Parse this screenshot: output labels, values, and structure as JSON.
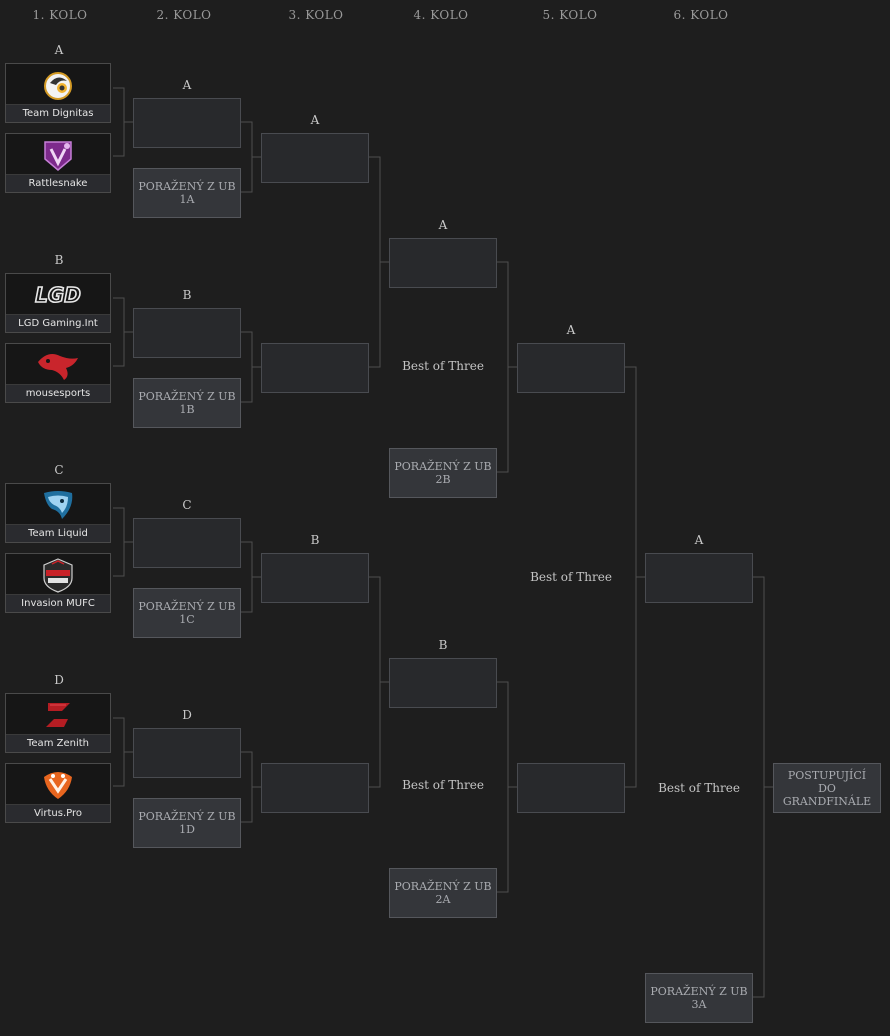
{
  "rounds": [
    "1. KOLO",
    "2. KOLO",
    "3. KOLO",
    "4. KOLO",
    "5. KOLO",
    "6. KOLO"
  ],
  "round1": {
    "groups": [
      "A",
      "B",
      "C",
      "D"
    ],
    "teams": [
      {
        "name": "Team Dignitas",
        "icon": "dignitas-logo-icon"
      },
      {
        "name": "Rattlesnake",
        "icon": "rattlesnake-logo-icon"
      },
      {
        "name": "LGD Gaming.Int",
        "icon": "lgd-logo-icon"
      },
      {
        "name": "mousesports",
        "icon": "mousesports-logo-icon"
      },
      {
        "name": "Team Liquid",
        "icon": "liquid-logo-icon"
      },
      {
        "name": "Invasion MUFC",
        "icon": "invasion-logo-icon"
      },
      {
        "name": "Team Zenith",
        "icon": "zenith-logo-icon"
      },
      {
        "name": "Virtus.Pro",
        "icon": "virtuspro-logo-icon"
      }
    ]
  },
  "round2": {
    "labels": [
      "A",
      "B",
      "C",
      "D"
    ],
    "losers": [
      "PORAŽENÝ Z UB 1A",
      "PORAŽENÝ Z UB 1B",
      "PORAŽENÝ Z UB 1C",
      "PORAŽENÝ Z UB 1D"
    ]
  },
  "round3": {
    "labels": [
      "A",
      "B"
    ]
  },
  "round4": {
    "labels": [
      "A",
      "B"
    ],
    "losers": [
      "PORAŽENÝ Z UB 2B",
      "PORAŽENÝ Z UB 2A"
    ],
    "bo3": [
      "Best of Three",
      "Best of Three"
    ]
  },
  "round5": {
    "label": "A",
    "bo3": "Best of Three"
  },
  "round6": {
    "label": "A",
    "bo3": "Best of Three",
    "loser": "PORAŽENÝ Z UB 3A",
    "advance": "POSTUPUJÍCÍ DO GRANDFINÁLE"
  },
  "colors": {
    "background": "#1e1e1e",
    "line": "#4e4e4e",
    "slot": "#28292c",
    "loser_slot": "#34363a"
  }
}
